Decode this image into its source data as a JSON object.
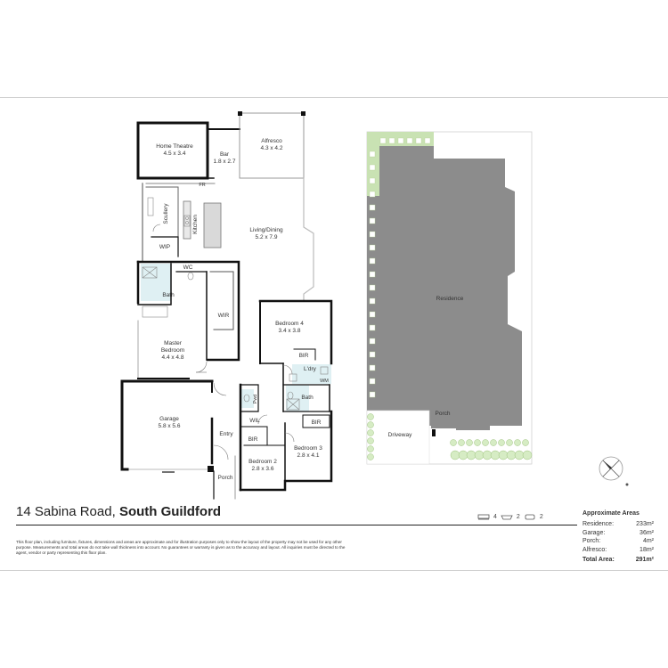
{
  "rooms": {
    "home_theatre": {
      "name": "Home Theatre",
      "dim": "4.5 x 3.4"
    },
    "bar": {
      "name": "Bar",
      "dim": "1.8 x 2.7"
    },
    "alfresco": {
      "name": "Alfresco",
      "dim": "4.3 x 4.2"
    },
    "fr": "FR",
    "scullery": "Scullery",
    "kitchen": "Kitchen",
    "living": {
      "name": "Living/Dining",
      "dim": "5.2 x 7.9"
    },
    "wip": "WIP",
    "wc": "WC",
    "bath1": "Bath",
    "wir": "WIR",
    "master": {
      "name": "Master",
      "name2": "Bedroom",
      "dim": "4.4 x 4.8"
    },
    "bed4": {
      "name": "Bedroom 4",
      "dim": "3.4 x 3.8"
    },
    "bir4": "BIR",
    "ldry": "L'dry",
    "wm": "WM",
    "bath2": "Bath",
    "pwd": "Pwd",
    "wil": "WIL",
    "bir2": "BIR",
    "bir3": "BIR",
    "garage": {
      "name": "Garage",
      "dim": "5.8 x 5.6"
    },
    "entry": "Entry",
    "porch": "Porch",
    "bed2": {
      "name": "Bedroom 2",
      "dim": "2.8 x 3.6"
    },
    "bed3": {
      "name": "Bedroom 3",
      "dim": "2.8 x 4.1"
    }
  },
  "site": {
    "residence": "Residence",
    "porch": "Porch",
    "driveway": "Driveway"
  },
  "address": {
    "street": "14 Sabina Road,",
    "suburb": "South Guildford"
  },
  "counts": {
    "beds": "4",
    "baths": "2",
    "cars": "2"
  },
  "disclaimer": "This floor plan, including furniture, fixtures, dimensions and areas are approximate and for illustration purposes only to show the layout of the property may not be used for any other purpose. Measurements and total areas do not take wall thickness into account. No guarantees or warranty is given as to the accuracy and layout. All inquiries must be directed to the agent, vendor or party representing this floor plan.",
  "areas": {
    "heading": "Approximate Areas",
    "rows": [
      {
        "label": "Residence:",
        "value": "233m²"
      },
      {
        "label": "Garage:",
        "value": "36m²"
      },
      {
        "label": "Porch:",
        "value": "4m²"
      },
      {
        "label": "Alfresco:",
        "value": "18m²"
      }
    ],
    "total_label": "Total Area:",
    "total_value": "291m²"
  },
  "colors": {
    "wall": "#111111",
    "residence": "#8c8c8c",
    "lawn": "#c9e2b3",
    "tree": "#d6ecc4",
    "tiles": "#dff0f3"
  }
}
